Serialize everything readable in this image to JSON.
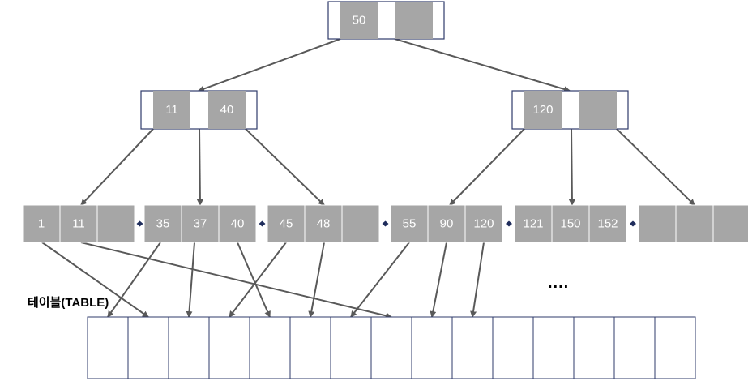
{
  "root": {
    "keys": [
      "50",
      ""
    ]
  },
  "internal": [
    {
      "keys": [
        "11",
        "40"
      ]
    },
    {
      "keys": [
        "120",
        ""
      ]
    }
  ],
  "leaves": [
    {
      "keys": [
        "1",
        "11",
        ""
      ]
    },
    {
      "keys": [
        "35",
        "37",
        "40"
      ]
    },
    {
      "keys": [
        "45",
        "48",
        ""
      ]
    },
    {
      "keys": [
        "55",
        "90",
        "120"
      ]
    },
    {
      "keys": [
        "121",
        "150",
        "152"
      ]
    },
    {
      "keys": [
        "",
        "",
        ""
      ]
    }
  ],
  "table_label": "테이블(TABLE)",
  "ellipsis": "....",
  "table_cell_count": 15,
  "colors": {
    "node_fill": "#a6a6a6",
    "border": "#2f3b6b",
    "arrow": "#595959",
    "leaf_link": "#1f2d5c"
  }
}
